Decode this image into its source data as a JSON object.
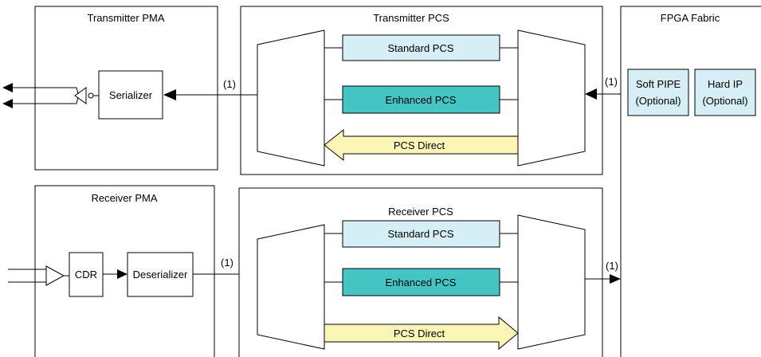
{
  "transmitter_pma": {
    "title": "Transmitter PMA",
    "serializer": "Serializer"
  },
  "transmitter_pcs": {
    "title": "Transmitter PCS",
    "standard": "Standard PCS",
    "enhanced": "Enhanced PCS",
    "direct": "PCS Direct"
  },
  "receiver_pma": {
    "title": "Receiver PMA",
    "cdr": "CDR",
    "deserializer": "Deserializer"
  },
  "receiver_pcs": {
    "title": "Receiver PCS",
    "standard": "Standard PCS",
    "enhanced": "Enhanced PCS",
    "direct": "PCS Direct"
  },
  "fpga_fabric": {
    "title": "FPGA Fabric",
    "soft_pipe": [
      "Soft PIPE",
      "(Optional)"
    ],
    "hard_ip": [
      "Hard IP",
      "(Optional)"
    ]
  },
  "notes": {
    "tx_pma_pcs": "(1)",
    "tx_fabric": "(1)",
    "rx_pma_pcs": "(1)",
    "rx_fabric": "(1)"
  },
  "colors": {
    "standard_fill": "#d6eef5",
    "enhanced_fill": "#45c4c4",
    "direct_fill": "#fbf6b6",
    "fabric_block_fill": "#d6eef5"
  }
}
